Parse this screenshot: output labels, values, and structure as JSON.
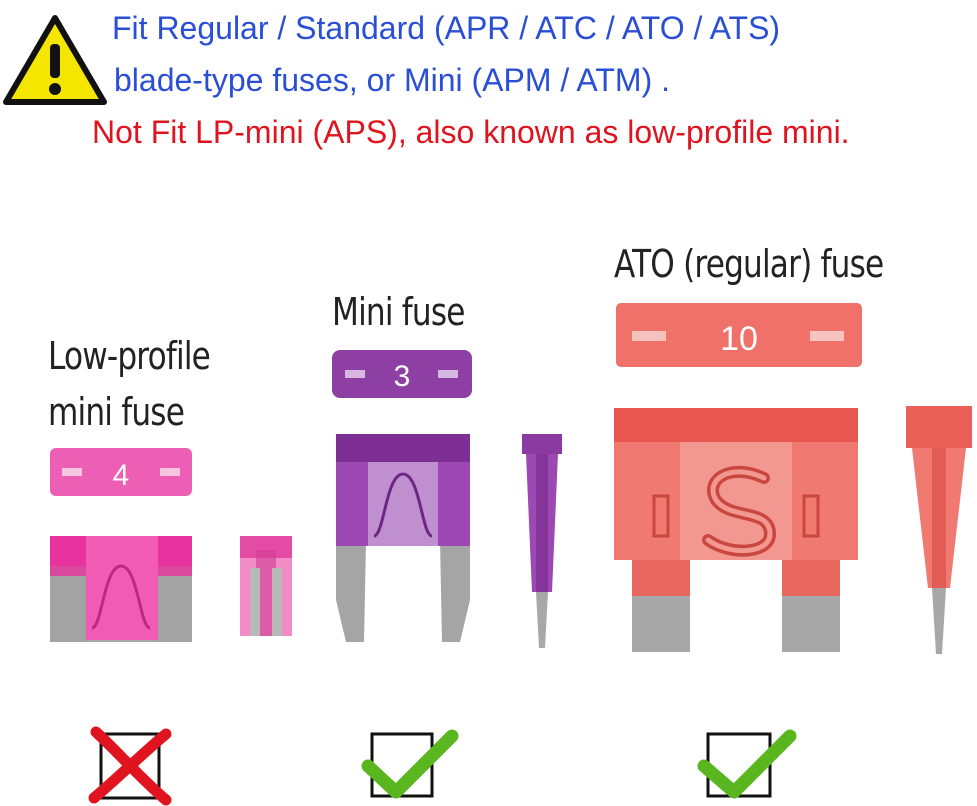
{
  "notice": {
    "icon": "warning-triangle-icon",
    "line1": "Fit Regular / Standard (APR / ATC / ATO / ATS)",
    "line2": "blade-type fuses, or  Mini (APM / ATM) .",
    "line3": "Not Fit LP-mini (APS), also known as low-profile mini.",
    "colors": {
      "fit_text": "#2a4fd6",
      "not_fit_text": "#e0141e",
      "warning": "#f5e600"
    }
  },
  "fuses": [
    {
      "id": "low-profile-mini",
      "label_line1": "Low-profile",
      "label_line2": "mini fuse",
      "rating": "4",
      "color": "#ec5fb4",
      "fits": false,
      "status_icon": "red-x-icon"
    },
    {
      "id": "mini",
      "label_line1": "Mini fuse",
      "rating": "3",
      "color": "#8e3fa3",
      "fits": true,
      "status_icon": "green-check-icon"
    },
    {
      "id": "ato-regular",
      "label_line1": "ATO (regular) fuse",
      "rating": "10",
      "color": "#f0706a",
      "fits": true,
      "status_icon": "green-check-icon"
    }
  ]
}
